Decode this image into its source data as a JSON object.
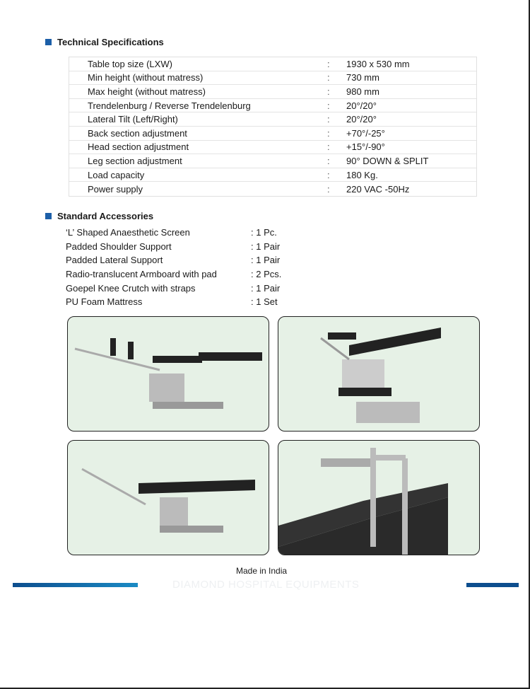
{
  "tech_title": "Technical Specifications",
  "specs": [
    {
      "k": "Table top size (LXW)",
      "v": "1930 x 530 mm"
    },
    {
      "k": "Min height (without matress)",
      "v": "730 mm"
    },
    {
      "k": "Max height (without matress)",
      "v": "980 mm"
    },
    {
      "k": "Trendelenburg / Reverse Trendelenburg",
      "v": "20°/20°"
    },
    {
      "k": "Lateral Tilt (Left/Right)",
      "v": "20°/20°"
    },
    {
      "k": "Back section adjustment",
      "v": "+70°/-25°"
    },
    {
      "k": "Head section adjustment",
      "v": "+15°/-90°"
    },
    {
      "k": "Leg section adjustment",
      "v": " 90° DOWN & SPLIT"
    },
    {
      "k": "Load capacity",
      "v": "180 Kg."
    },
    {
      "k": "Power supply",
      "v": "220 VAC -50Hz"
    }
  ],
  "sep": ":",
  "acc_title": "Standard Accessories",
  "accessories": [
    {
      "k": "‘L’ Shaped Anaesthetic Screen",
      "v": ": 1 Pc."
    },
    {
      "k": "Padded Shoulder Support",
      "v": ": 1 Pair"
    },
    {
      "k": "Padded Lateral Support",
      "v": ": 1 Pair"
    },
    {
      "k": "Radio-translucent Armboard with pad",
      "v": ": 2 Pcs."
    },
    {
      "k": "Goepel Knee Crutch with straps",
      "v": ": 1 Pair"
    },
    {
      "k": "PU Foam Mattress",
      "v": ": 1 Set"
    }
  ],
  "footer": {
    "made": "Made in India",
    "company": "DIAMOND HOSPITAL EQUIPMENTS"
  },
  "colors": {
    "accent": "#1c5fa8",
    "photo_bg": "#e6f1e6"
  }
}
